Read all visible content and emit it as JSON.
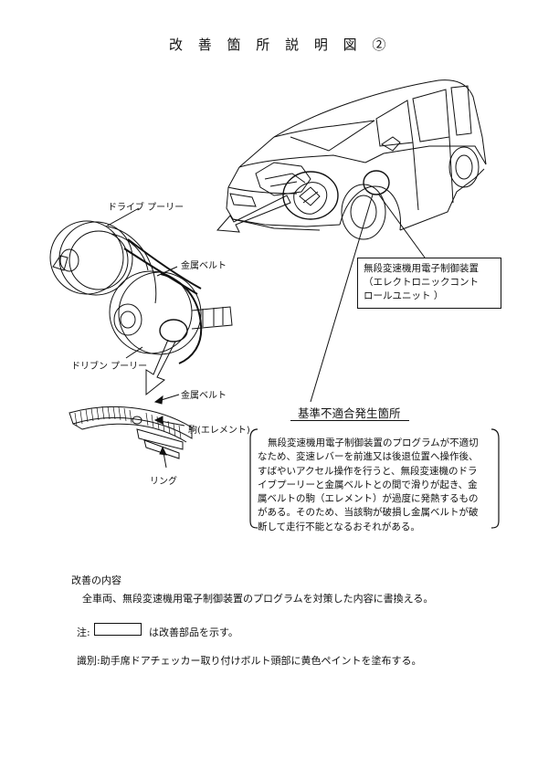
{
  "title": "改 善 箇 所 説 明 図 ②",
  "labels": {
    "drive_pulley": "ドライブ プーリー",
    "metal_belt_top": "金属ベルト",
    "driven_pulley": "ドリブン プーリー",
    "metal_belt_bottom": "金属ベルト",
    "element": "駒(エレメント)",
    "ring": "リング"
  },
  "ecu_box": {
    "lines": [
      "無段変速機用電子制御装置",
      "（エレクトロニックコント",
      "ロールユニット ）"
    ]
  },
  "fault": {
    "heading": "基準不適合発生箇所",
    "lines": [
      "無段変速機用電子制御装置のプログラムが不適切",
      "なため、変速レバーを前進又は後退位置へ操作後、",
      "すばやいアクセル操作を行うと、無段変速機のドラ",
      "イブプーリーと金属ベルトとの間で滑りが起き、金",
      "属ベルトの駒（エレメント）が過度に発熱するもの",
      "がある。そのため、当該駒が破損し金属ベルトが破",
      "断して走行不能となるおそれがある。"
    ]
  },
  "improvement": {
    "heading": "改善の内容",
    "body": "全車両、無段変速機用電子制御装置のプログラムを対策した内容に書換える。"
  },
  "note": {
    "prefix": "注:",
    "suffix": "は改善部品を示す。"
  },
  "identification": "識別:助手席ドアチェッカー取り付けボルト頭部に黄色ペイントを塗布する。"
}
